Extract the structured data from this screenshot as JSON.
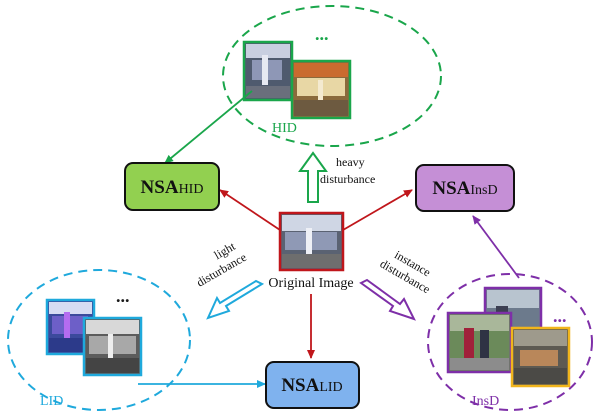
{
  "center": {
    "label": "Original Image"
  },
  "nodes": {
    "hid": {
      "main": "NSA",
      "sub": "HID",
      "fill": "#92d050"
    },
    "insd": {
      "main": "NSA",
      "sub": "InsD",
      "fill": "#c58fd6"
    },
    "lid": {
      "main": "NSA",
      "sub": "LID",
      "fill": "#7fb2ee"
    }
  },
  "clusters": {
    "hid": {
      "label": "HID",
      "color": "#1aa64b"
    },
    "lid": {
      "label": "LID",
      "color": "#1fa9dc"
    },
    "insd": {
      "label": "InsD",
      "color": "#7e2fa8"
    }
  },
  "edges": {
    "heavy": [
      "heavy",
      "disturbance"
    ],
    "light": [
      "light",
      "disturbance"
    ],
    "instance": [
      "instance",
      "disturbance"
    ]
  },
  "ellipsis": "...",
  "colors": {
    "red_arrow": "#c0161b",
    "insd_yellow": "#f1b51c",
    "node_border": "#111111"
  }
}
